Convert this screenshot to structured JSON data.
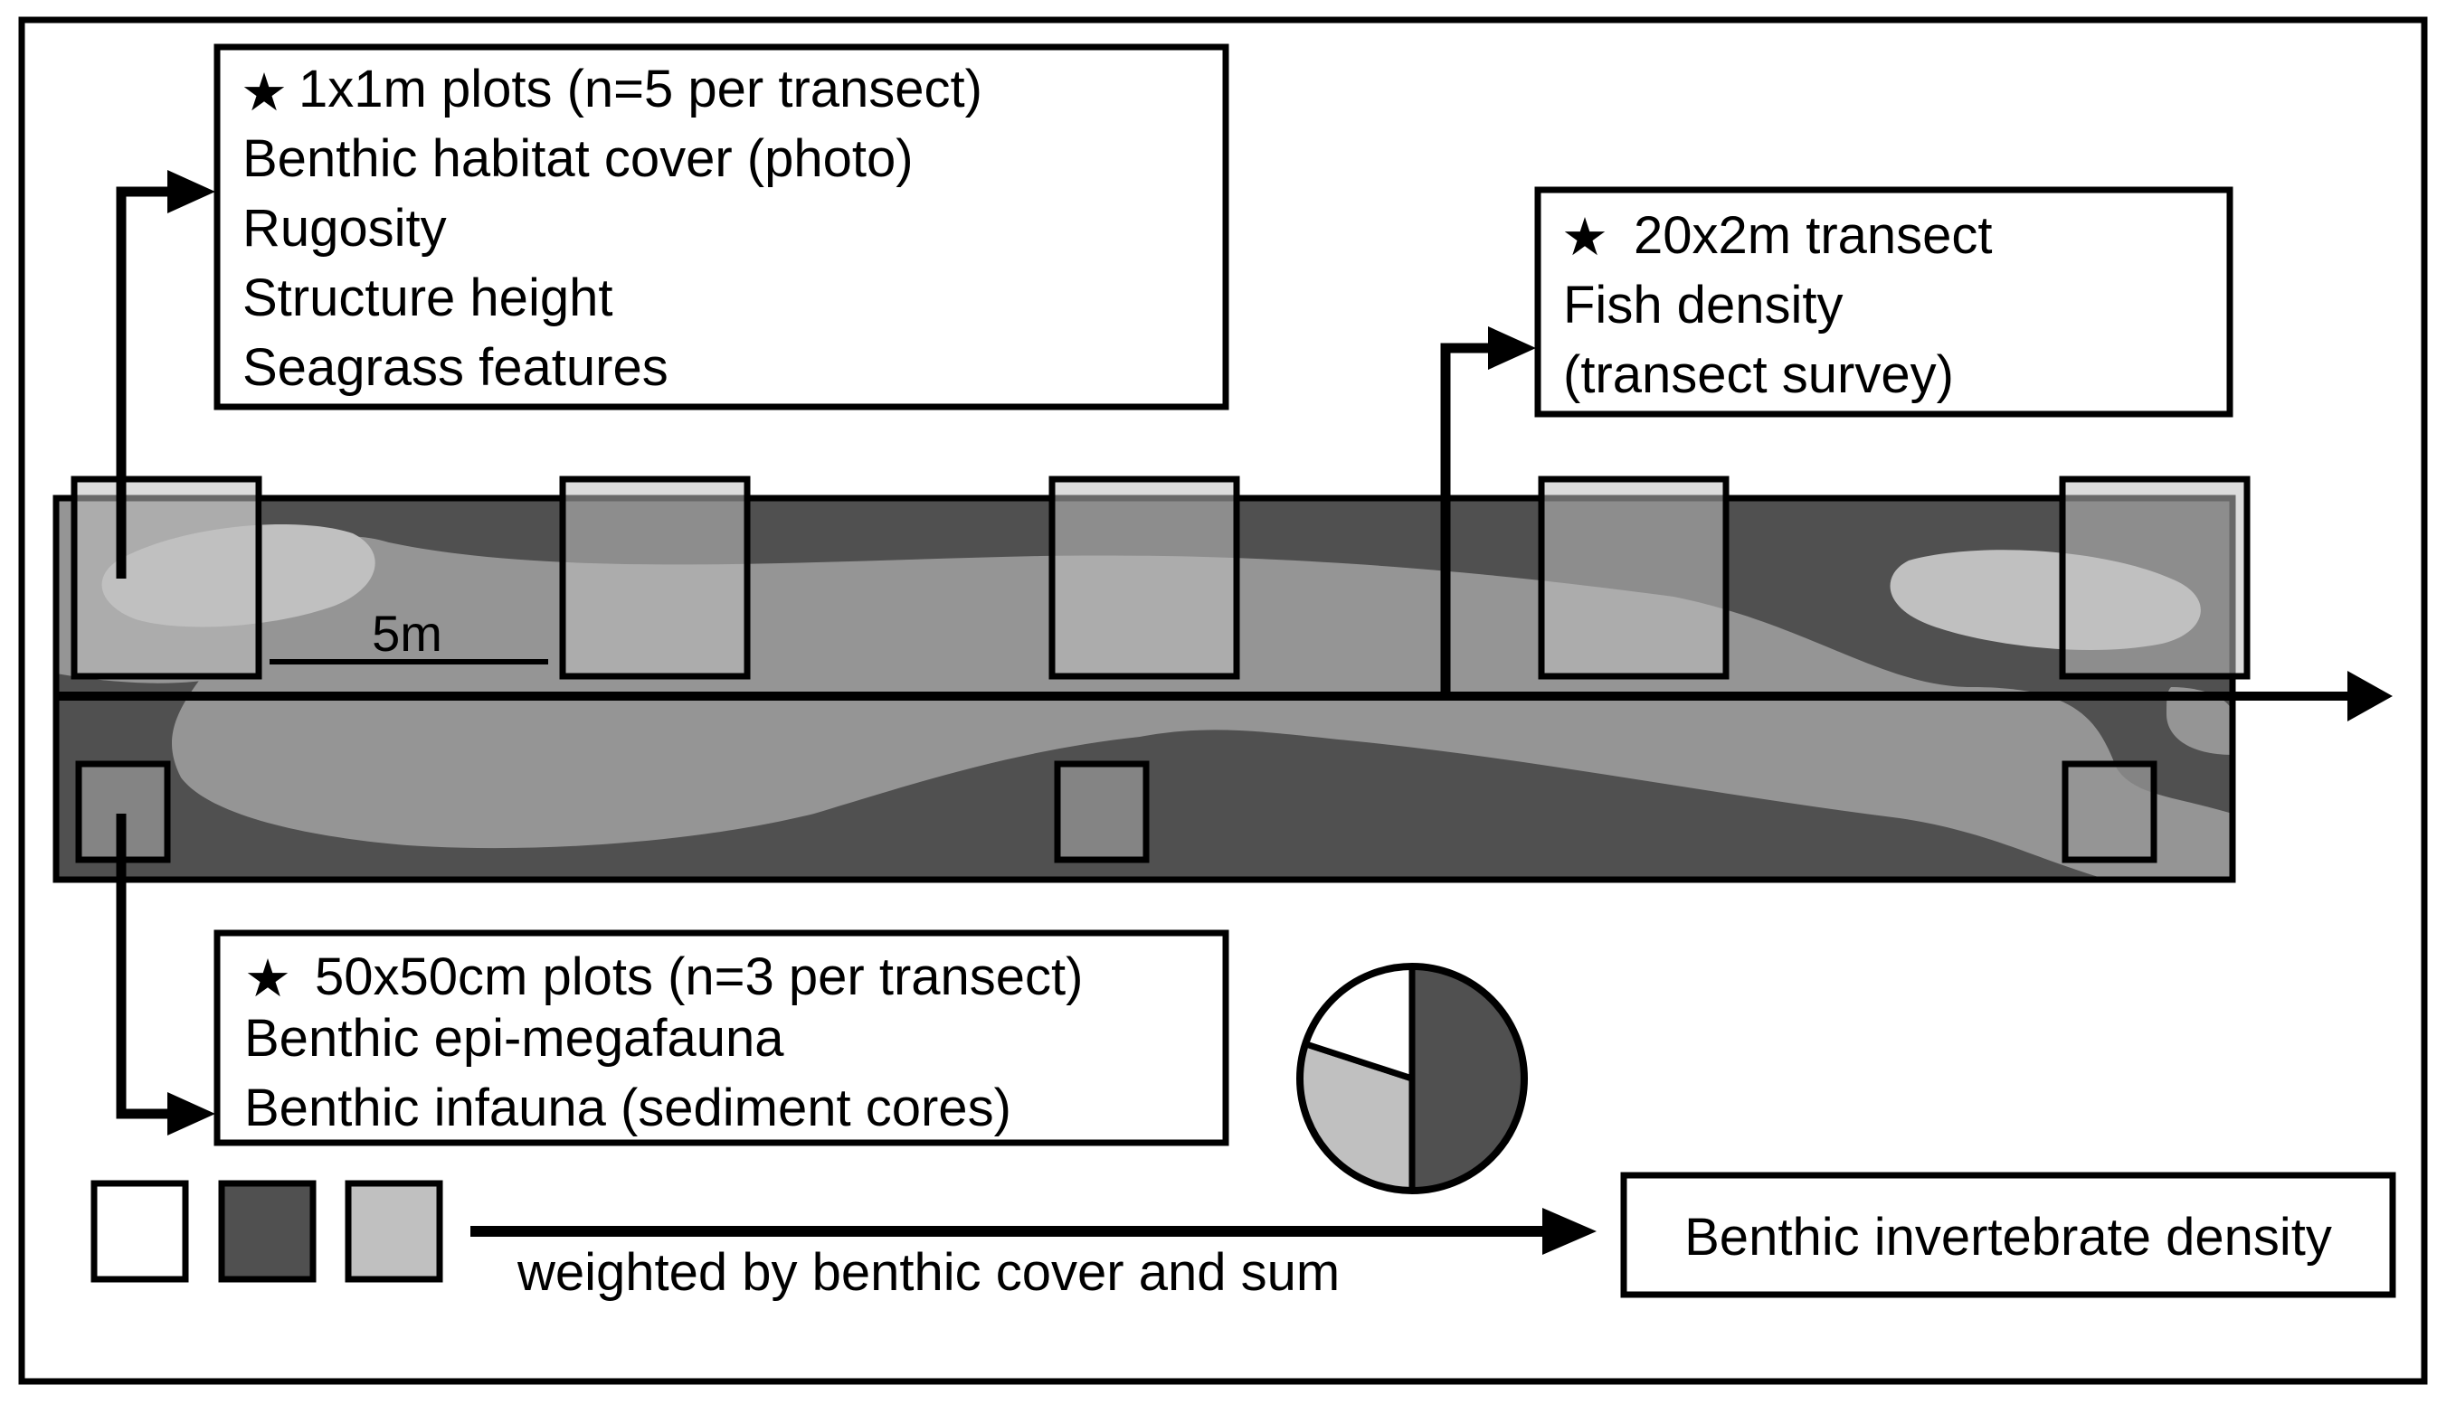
{
  "diagram": {
    "plot_box_1m": {
      "title": "1x1m plots (n=5 per transect)",
      "lines": [
        "Benthic habitat cover (photo)",
        "Rugosity",
        "Structure height",
        "Seagrass features"
      ]
    },
    "transect_box": {
      "title": "20x2m transect",
      "lines": [
        "Fish density",
        "(transect survey)"
      ]
    },
    "plot_box_50cm": {
      "title": "50x50cm plots (n=3 per transect)",
      "lines": [
        "Benthic epi-megafauna",
        "Benthic infauna (sediment cores)"
      ]
    },
    "scale_label": "5m",
    "weighting_label": "weighted by benthic cover and sum",
    "result_label": "Benthic invertebrate density",
    "star_glyph": "★",
    "colors": {
      "dark_habitat": "#505050",
      "medium_habitat": "#959595",
      "light_habitat": "#c0c0c0",
      "white_habitat": "#ffffff",
      "outline": "#000000"
    },
    "pie_fractions": {
      "dark": 0.5,
      "light": 0.3,
      "white": 0.2
    }
  }
}
